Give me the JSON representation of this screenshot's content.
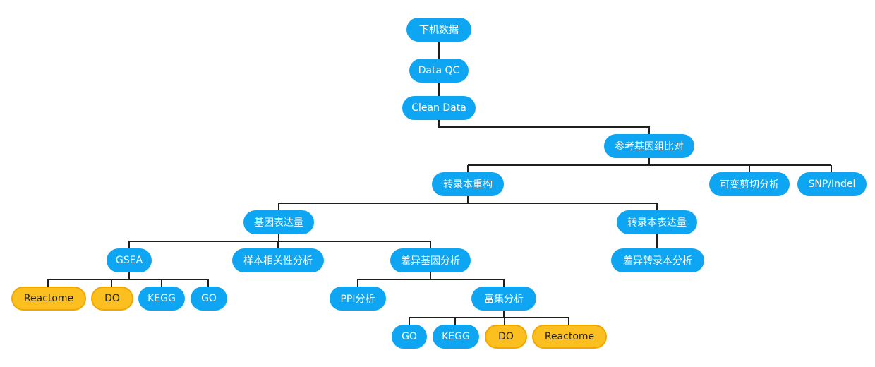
{
  "colors": {
    "blue": "#0ea5f3",
    "orange": "#fbbf1f",
    "orange_border": "#f2a700",
    "line": "#1f1f1f"
  },
  "nodes": {
    "raw": "下机数据",
    "qc": "Data QC",
    "clean": "Clean Data",
    "align": "参考基因组比对",
    "assembly": "转录本重构",
    "splice": "可变剪切分析",
    "snp": "SNP/Indel",
    "gene_expr": "基因表达量",
    "tx_expr": "转录本表达量",
    "gsea": "GSEA",
    "corr": "样本相关性分析",
    "deg": "差异基因分析",
    "det": "差异转录本分析",
    "gsea_reactome": "Reactome",
    "gsea_do": "DO",
    "gsea_kegg": "KEGG",
    "gsea_go": "GO",
    "ppi": "PPI分析",
    "enrich": "富集分析",
    "enrich_go": "GO",
    "enrich_kegg": "KEGG",
    "enrich_do": "DO",
    "enrich_reactome": "Reactome"
  }
}
